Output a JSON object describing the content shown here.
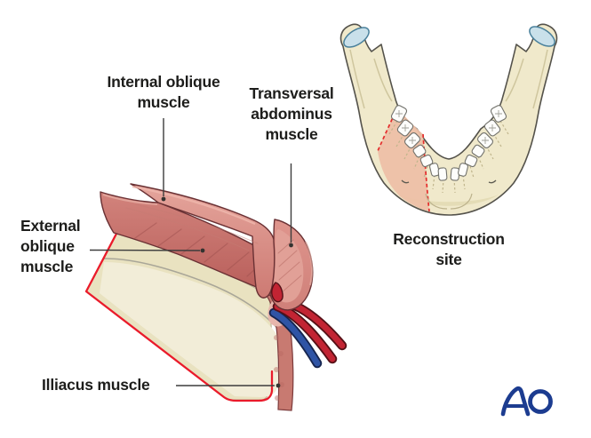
{
  "colors": {
    "graft_outline": "#ea1b2b",
    "vessel_red": "#c22433",
    "vessel_blue": "#2f54a5",
    "muscle_base": "#c4716c",
    "muscle_light": "#e2988f",
    "bone": "#e9e2c0",
    "bone_highlight": "#f2edd8",
    "mandible_bone": "#f0e9cb",
    "reconstruction_fill": "#edc0a7",
    "osteotomy_dash": "#e42b2b",
    "cartilage": "#c9e0ea",
    "tooth": "#fdfdfb",
    "logo_blue": "#1c3c90",
    "label_text": "#1d1d1b",
    "leader_line": "#3c3c3c"
  },
  "iliac_figure": {
    "labels": {
      "internal_oblique": {
        "lines": [
          "Internal oblique",
          "muscle"
        ]
      },
      "transversal_abdominus": {
        "lines": [
          "Transversal",
          "abdominus",
          "muscle"
        ]
      },
      "external_oblique": {
        "lines": [
          "External",
          "oblique",
          "muscle"
        ]
      },
      "iliacus": {
        "lines": [
          "Illiacus muscle"
        ]
      }
    }
  },
  "mandible_figure": {
    "label": {
      "lines": [
        "Reconstruction",
        "site"
      ]
    }
  },
  "logo": {
    "text": "AO"
  }
}
